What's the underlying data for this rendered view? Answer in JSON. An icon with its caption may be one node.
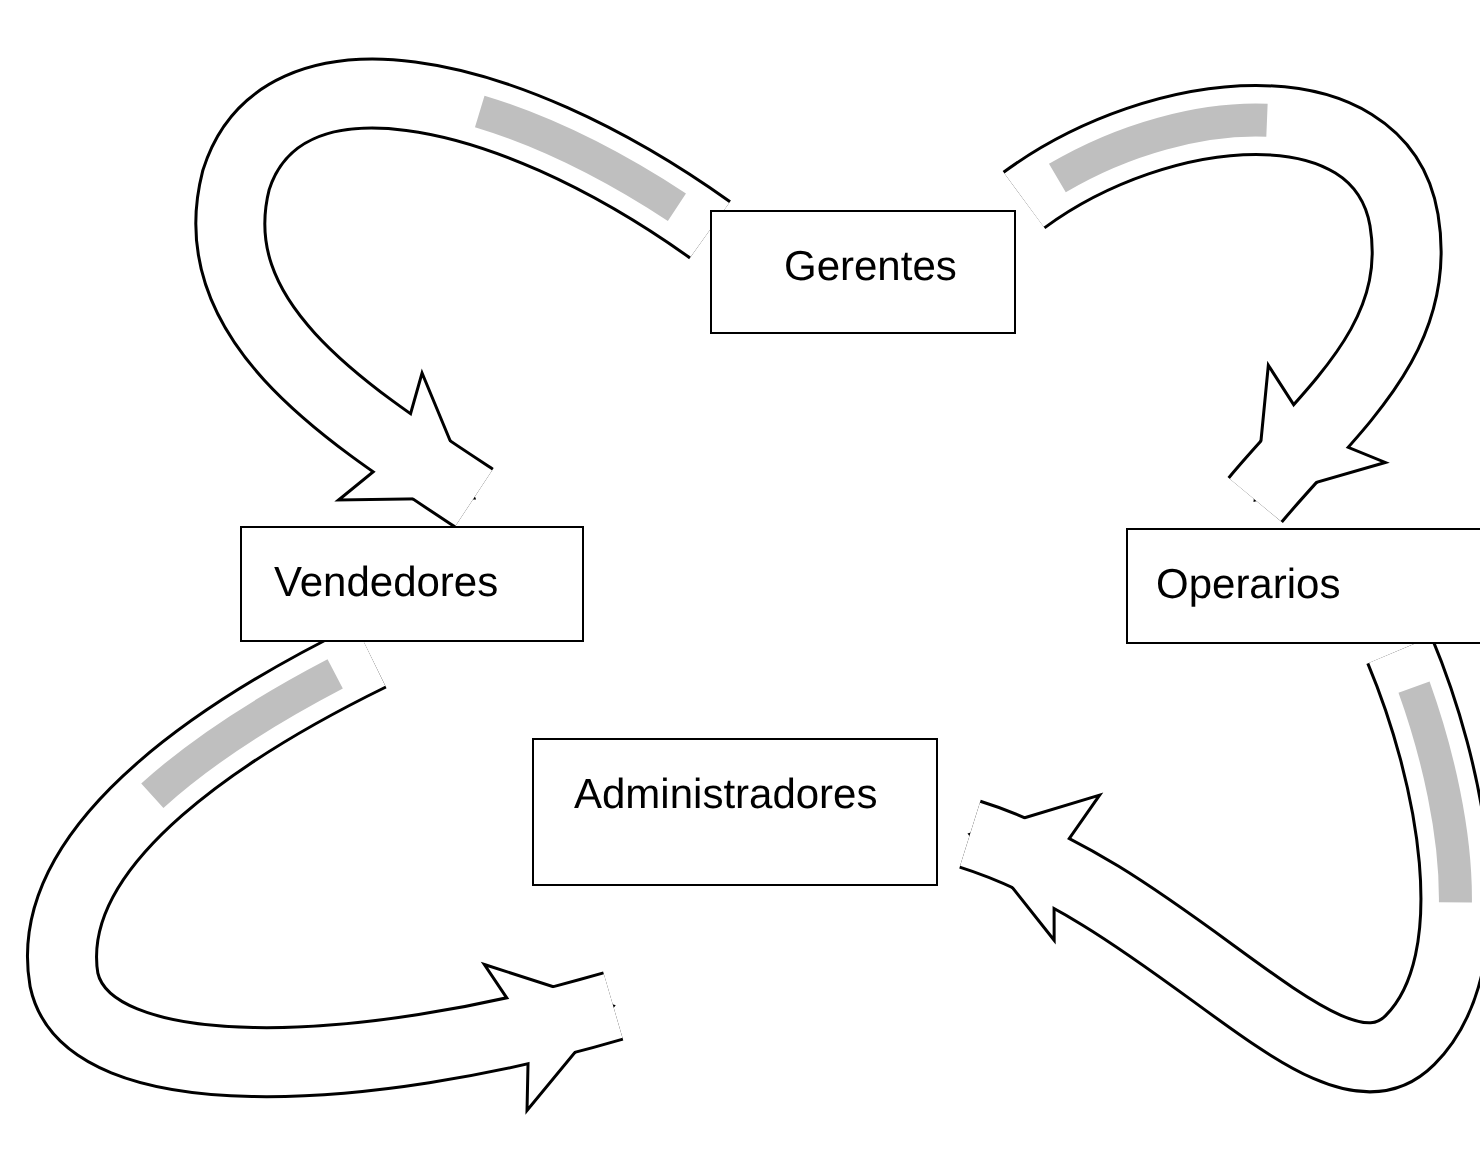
{
  "diagram": {
    "nodes": [
      {
        "text": [
          "Gerentes"
        ]
      },
      {
        "text": [
          "Vendedores"
        ]
      },
      {
        "text": [
          "Operarios"
        ]
      },
      {
        "text": [
          "Administradores"
        ]
      }
    ],
    "edges": [
      {
        "from": 0,
        "to": 1,
        "arrow": "to"
      },
      {
        "from": 0,
        "to": 2,
        "arrow": "to"
      },
      {
        "from": 2,
        "to": 3,
        "arrow": "to"
      },
      {
        "from": 1,
        "to": 3,
        "arrow": "to"
      }
    ]
  }
}
